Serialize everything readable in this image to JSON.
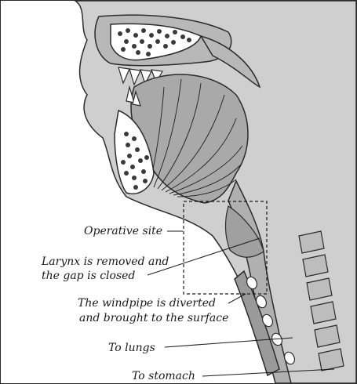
{
  "labels": {
    "operative_site": "Operative site",
    "larynx_line1": "Larynx is removed and",
    "larynx_line2": "the gap is closed",
    "windpipe_line1": "The windpipe is diverted",
    "windpipe_line2": "and brought to the surface",
    "to_lungs": "To lungs",
    "to_stomach": "To stomach"
  },
  "colors": {
    "background_tissue": "#dcdcdc",
    "skin": "#c2c2c2",
    "outline": "#2b2b2b",
    "bone_fill": "#ffffff",
    "marrow_dots": "#3a3a3a",
    "line": "#1a1a1a"
  }
}
